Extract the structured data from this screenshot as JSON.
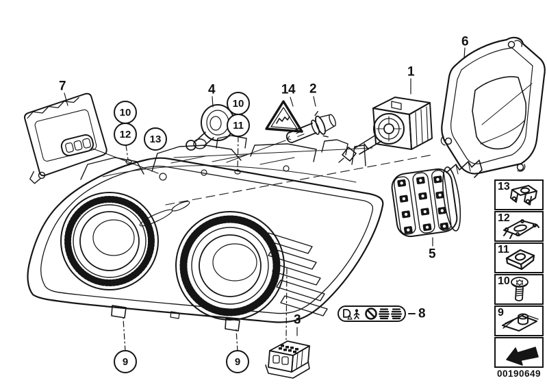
{
  "drawing_number": "00190649",
  "callouts": {
    "plain": {
      "p1": "1",
      "p2": "2",
      "p3": "3",
      "p4": "4",
      "p5": "5",
      "p6": "6",
      "p7": "7",
      "p8": "8",
      "p14": "14"
    },
    "circled": {
      "c10a": "10",
      "c12": "12",
      "c13": "13",
      "c10b": "10",
      "c11": "11",
      "c9a": "9",
      "c9b": "9"
    }
  },
  "legend": {
    "rows": [
      {
        "label": "13",
        "icon": "clamp-clip-icon"
      },
      {
        "label": "12",
        "icon": "spring-clip-icon"
      },
      {
        "label": "11",
        "icon": "square-nut-icon"
      },
      {
        "label": "10",
        "icon": "torx-screw-icon"
      },
      {
        "label": "9",
        "icon": "clip-nut-icon"
      },
      {
        "label": "",
        "icon": "removal-arrow-icon"
      }
    ]
  },
  "sticker": {
    "icons": [
      "d-lamp-icon",
      "pedestrian-icon",
      "prohibition-icon",
      "stripe-block-icon",
      "stripe-block-icon"
    ]
  }
}
